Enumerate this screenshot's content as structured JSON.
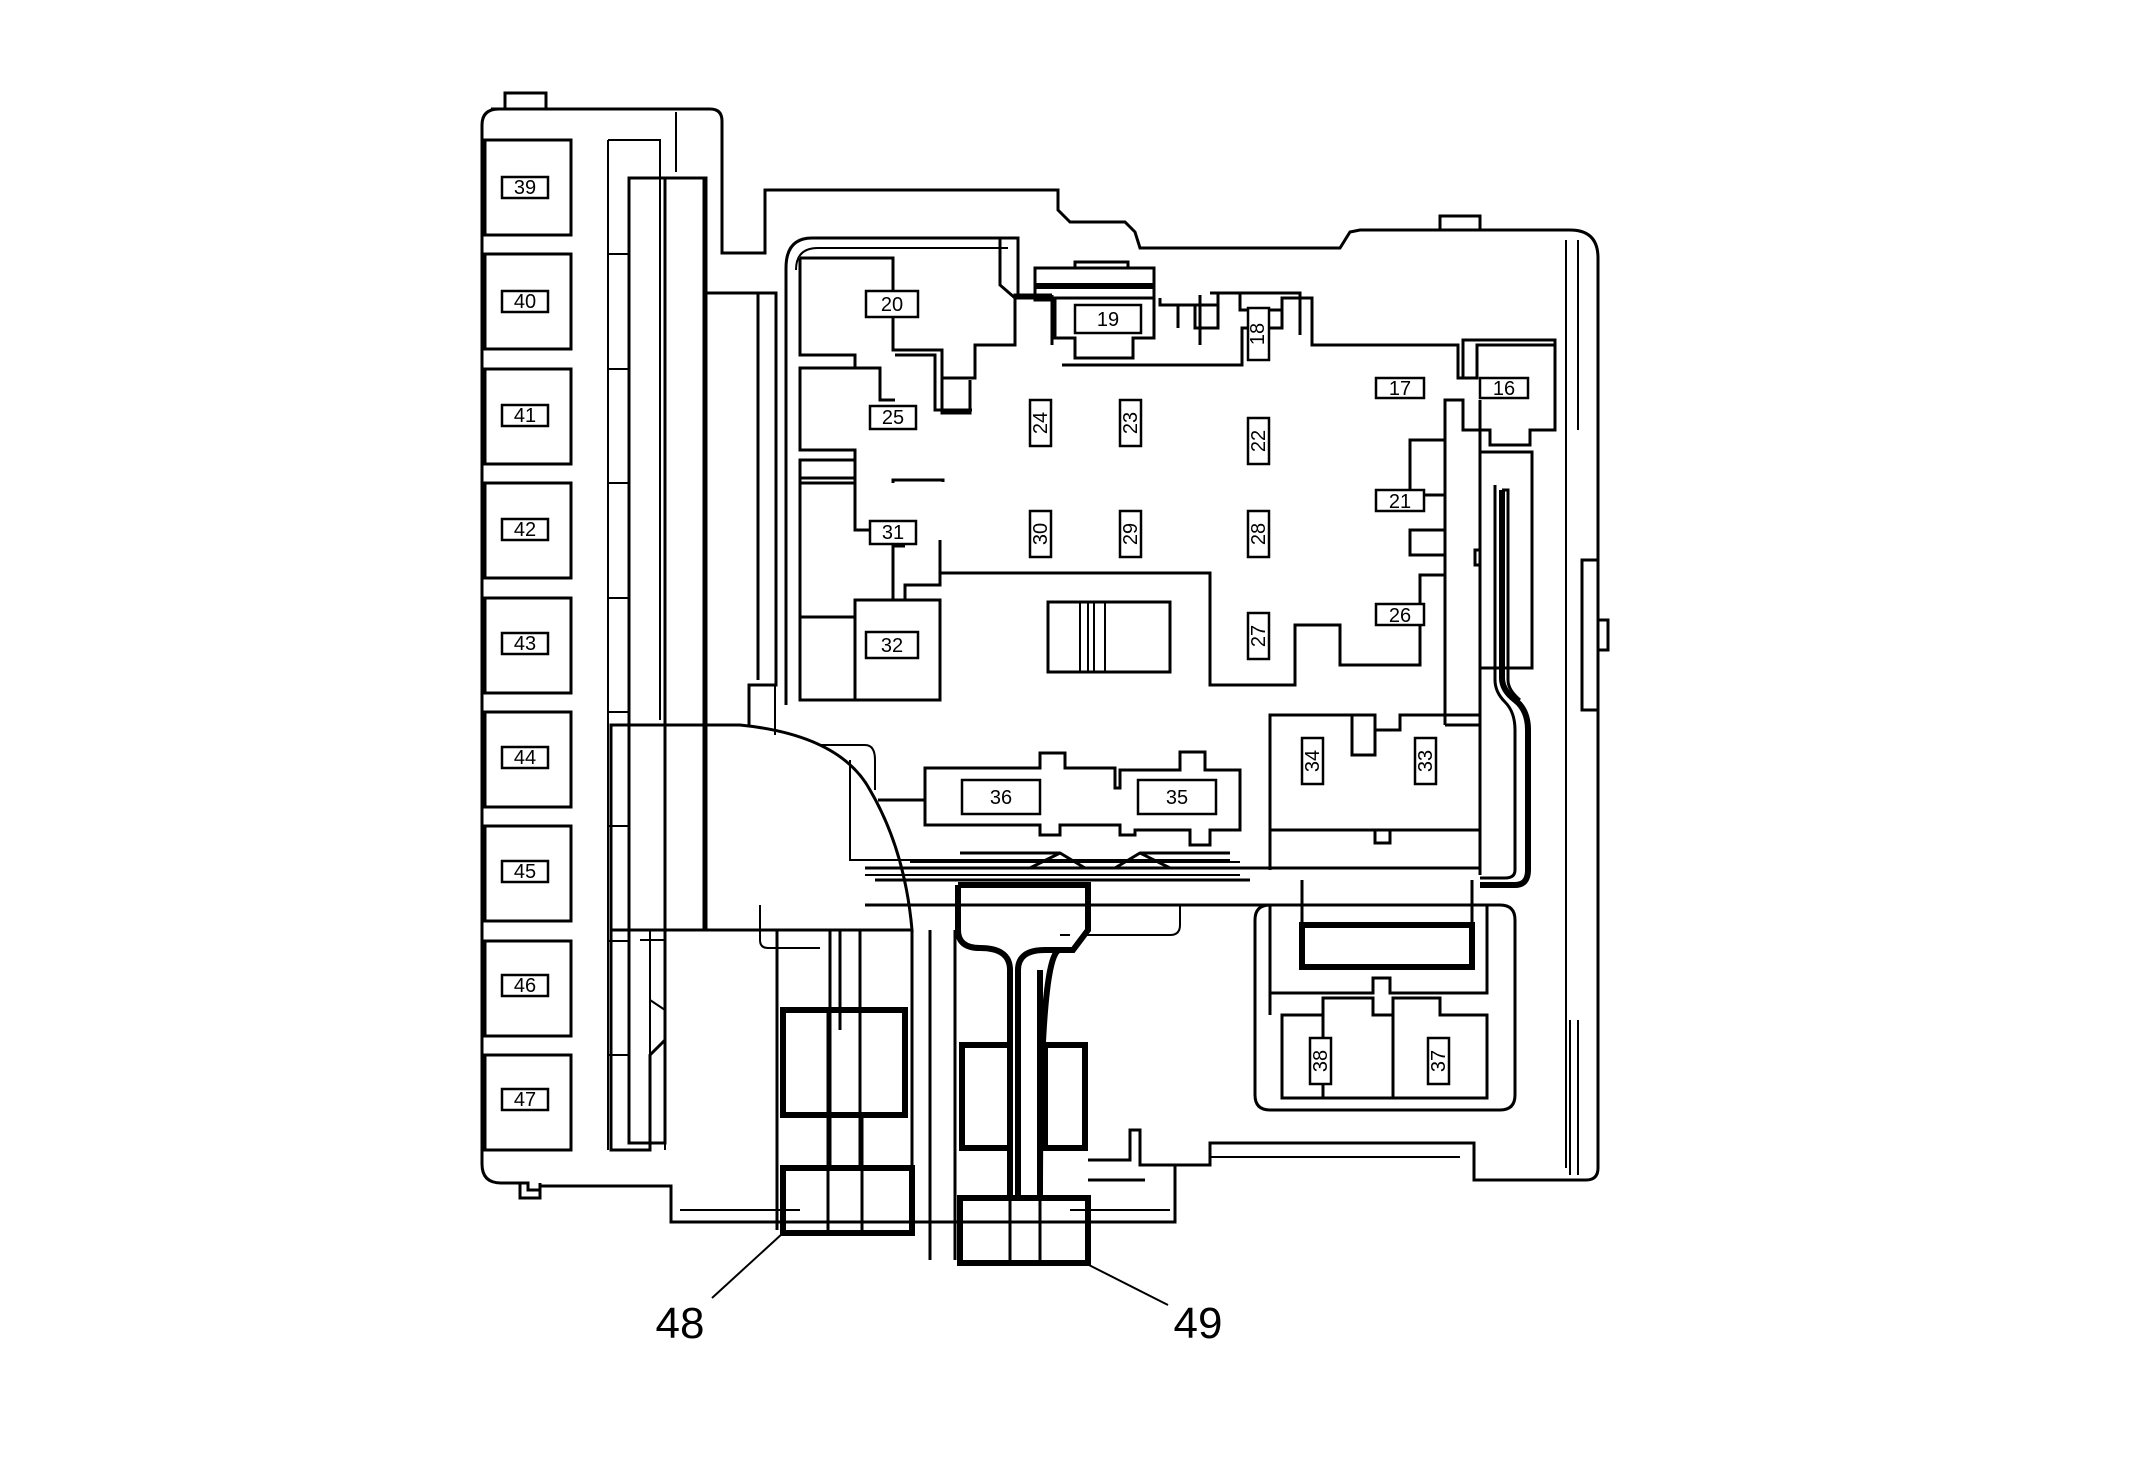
{
  "colors": {
    "line": "#000000",
    "background": "#ffffff"
  },
  "fuse_labels": {
    "f16": "16",
    "f17": "17",
    "f18": "18",
    "f19": "19",
    "f20": "20",
    "f21": "21",
    "f22": "22",
    "f23": "23",
    "f24": "24",
    "f25": "25",
    "f26": "26",
    "f27": "27",
    "f28": "28",
    "f29": "29",
    "f30": "30",
    "f31": "31",
    "f32": "32",
    "f33": "33",
    "f34": "34",
    "f35": "35",
    "f36": "36",
    "f37": "37",
    "f38": "38",
    "f39": "39",
    "f40": "40",
    "f41": "41",
    "f42": "42",
    "f43": "43",
    "f44": "44",
    "f45": "45",
    "f46": "46",
    "f47": "47"
  },
  "callouts": {
    "c48": "48",
    "c49": "49"
  }
}
